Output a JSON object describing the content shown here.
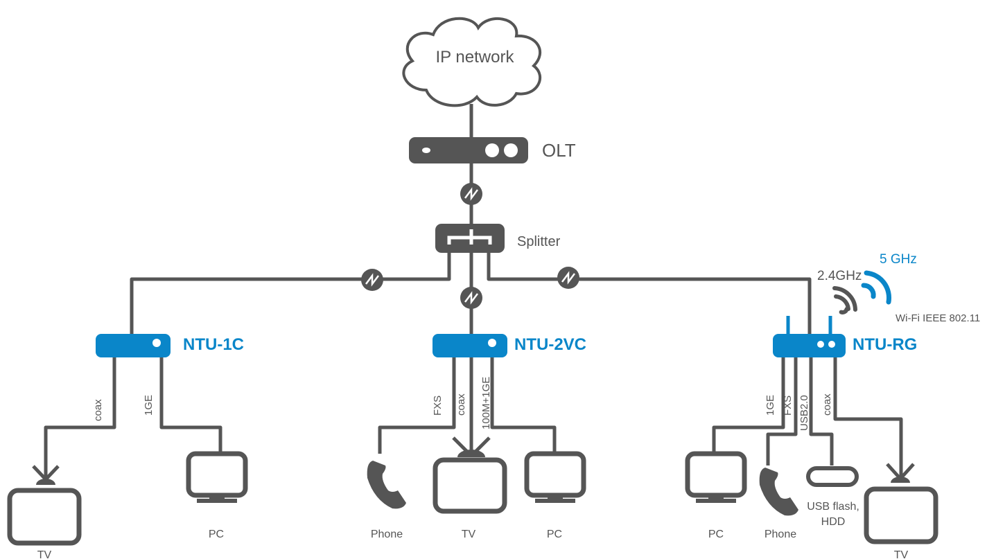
{
  "cloud_label": "IP network",
  "olt_label": "OLT",
  "splitter_label": "Splitter",
  "ntus": [
    {
      "name": "NTU-1C"
    },
    {
      "name": "NTU-2VC"
    },
    {
      "name": "NTU-RG"
    }
  ],
  "wifi": {
    "band_24": "2.4GHz",
    "band_5": "5 GHz",
    "standard": "Wi-Fi IEEE 802.11"
  },
  "links": {
    "ntu1c": [
      "coax",
      "1GE"
    ],
    "ntu2vc": [
      "FXS",
      "coax",
      "100M+1GE"
    ],
    "ntur g": [],
    "nturg": [
      "1GE",
      "FXS",
      "USB2.0",
      "coax"
    ]
  },
  "devices": {
    "ntu1c": [
      "TV",
      "PC"
    ],
    "ntu2vc": [
      "Phone",
      "TV",
      "PC"
    ],
    "nturg": [
      "PC",
      "Phone",
      "USB flash,",
      "HDD",
      "TV"
    ]
  },
  "colors": {
    "accent": "#0a86c9",
    "gray": "#555555"
  }
}
